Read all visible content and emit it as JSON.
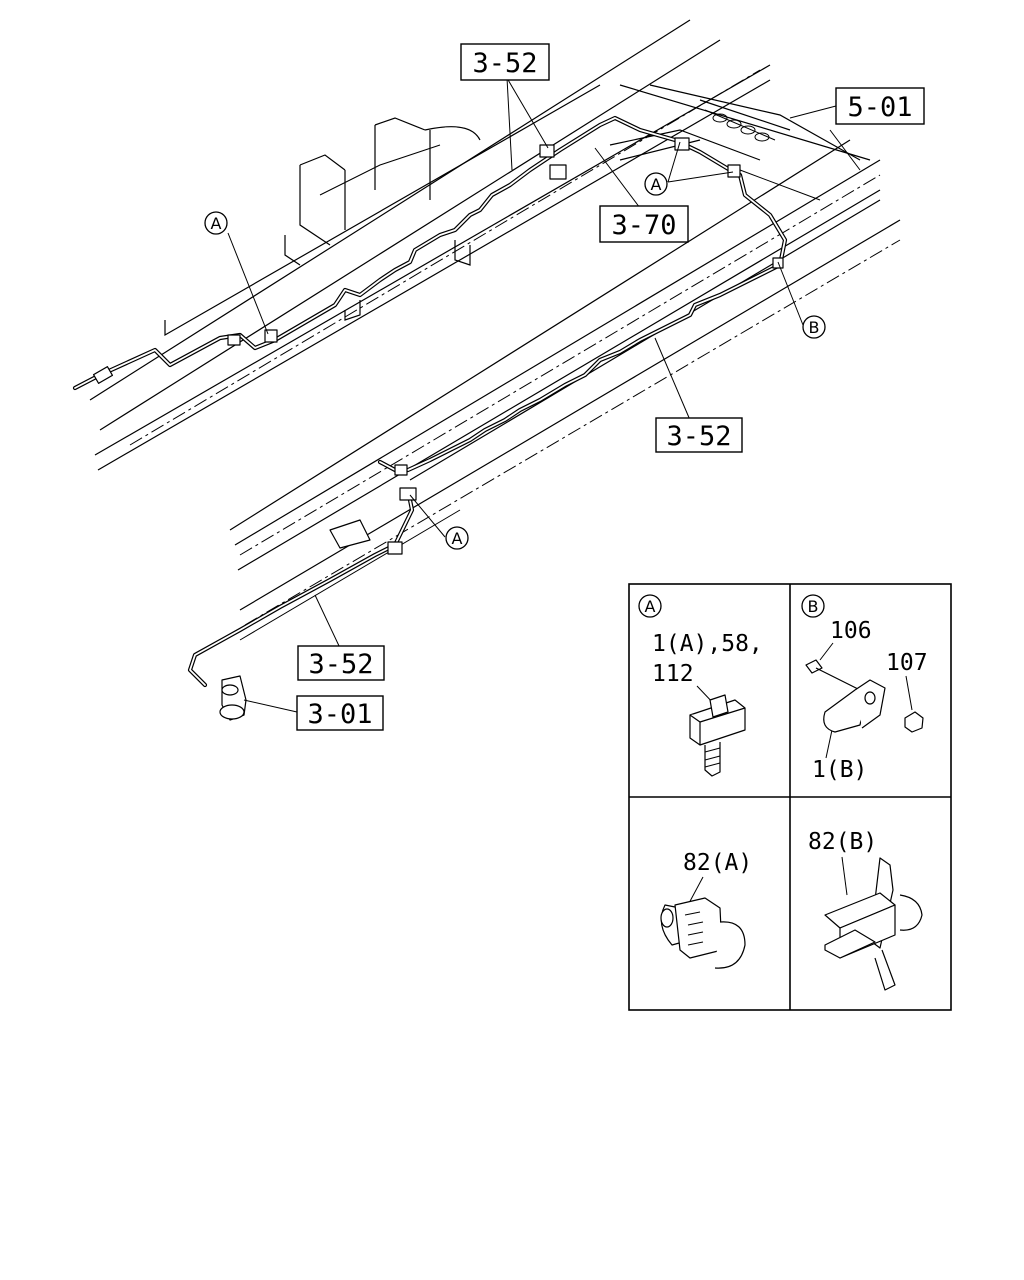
{
  "callouts": {
    "ref_352_top": "3-52",
    "ref_501": "5-01",
    "ref_370": "3-70",
    "ref_352_mid": "3-52",
    "ref_352_low": "3-52",
    "ref_301": "3-01",
    "marker_a": "A",
    "marker_b": "B"
  },
  "detail_panels": {
    "a": {
      "marker": "A",
      "label_line1": "1(A),58,",
      "label_line2": "112"
    },
    "b": {
      "marker": "B",
      "label_bolt": "106",
      "label_nut": "107",
      "label_bracket": "1(B)"
    },
    "c": {
      "label": "82(A)"
    },
    "d": {
      "label": "82(B)"
    }
  }
}
